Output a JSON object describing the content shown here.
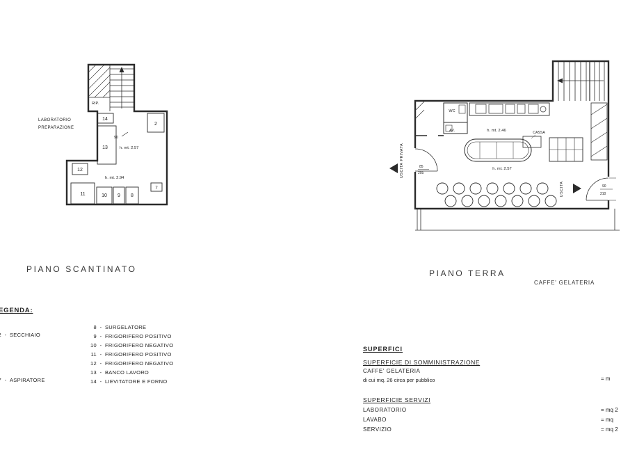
{
  "page": {
    "background": "#ffffff",
    "ink": "#2b2b2b"
  },
  "basement": {
    "title": "PIANO SCANTINATO",
    "labels": {
      "laboratorio_line1": "LABORATORIO",
      "laboratorio_line2": "PREPARAZIONE",
      "rip": "RIP.",
      "room14": "14",
      "room2": "2",
      "room13": "13",
      "room12": "12",
      "room11": "11",
      "room10": "10",
      "room9": "9",
      "room8": "8",
      "room7": "7",
      "door_width": "90",
      "height_mid": "h. mt. 2.57",
      "height_low": "h. mt. 2.94"
    }
  },
  "ground": {
    "title": "PIANO TERRA",
    "subtitle": "CAFFE' GELATERIA",
    "labels": {
      "wc": "WC",
      "av": "AV.",
      "cassa": "CASSA",
      "height_bar": "h. mt. 2.46",
      "height_room": "h. mt. 2.57",
      "uscita_privata": "USCITA PRIVATA",
      "uscita": "USCITA",
      "door1_width": "85",
      "door1_height": "205",
      "door2_width": "90",
      "door2_height": "210"
    }
  },
  "legend": {
    "heading": "EGENDA:",
    "sep": "-",
    "left_items": [
      {
        "num": "2",
        "label": "SECCHIAIO"
      },
      {
        "num": "7",
        "label": "ASPIRATORE"
      }
    ],
    "right_items": [
      {
        "num": "8",
        "label": "SURGELATORE"
      },
      {
        "num": "9",
        "label": "FRIGORIFERO POSITIVO"
      },
      {
        "num": "10",
        "label": "FRIGORIFERO NEGATIVO"
      },
      {
        "num": "11",
        "label": "FRIGORIFERO POSITIVO"
      },
      {
        "num": "12",
        "label": "FRIGORIFERO NEGATIVO"
      },
      {
        "num": "13",
        "label": "BANCO LAVORO"
      },
      {
        "num": "14",
        "label": "LIEVITATORE E FORNO"
      }
    ]
  },
  "superfici": {
    "heading": "SUPERFICI",
    "somministrazione_heading": "SUPERFICIE DI SOMMINISTRAZIONE",
    "row_caffe": "CAFFE' GELATERIA",
    "row_di_cui": "di cui mq. 26 circa per pubblico",
    "servizi_heading": "SUPERFICIE SERVIZI",
    "row_laboratorio": "LABORATORIO",
    "row_lavabo": "LAVABO",
    "row_servizio": "SERVIZIO",
    "edge_values": [
      "= m",
      "= mq 2",
      "= mq",
      "= mq 2"
    ]
  }
}
